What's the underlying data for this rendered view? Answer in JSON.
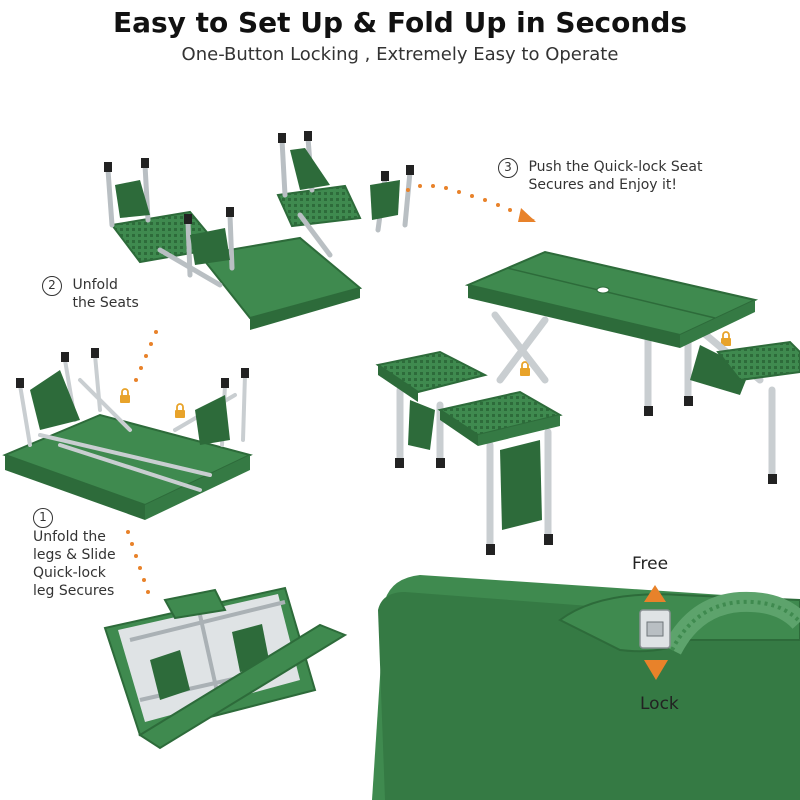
{
  "header": {
    "title": "Easy to Set Up & Fold Up in Seconds",
    "subtitle": "One-Button Locking , Extremely Easy to Operate"
  },
  "steps": [
    {
      "number": "1",
      "text_lines": [
        "Unfold the",
        "legs & Slide",
        "Quick-lock",
        "leg Secures"
      ]
    },
    {
      "number": "2",
      "text_lines": [
        "Unfold",
        "the Seats"
      ]
    },
    {
      "number": "3",
      "text_lines": [
        "Push the Quick-lock Seat",
        "Secures and Enjoy it!"
      ]
    }
  ],
  "lock_detail": {
    "free_label": "Free",
    "lock_label": "Lock"
  },
  "colors": {
    "table_green": "#3f8a4f",
    "table_green_dark": "#2d6b3a",
    "metal": "#c9ced1",
    "accent_orange": "#e8822a"
  },
  "icons": [
    "padlock-icon",
    "arrow-up-icon",
    "arrow-down-icon"
  ]
}
